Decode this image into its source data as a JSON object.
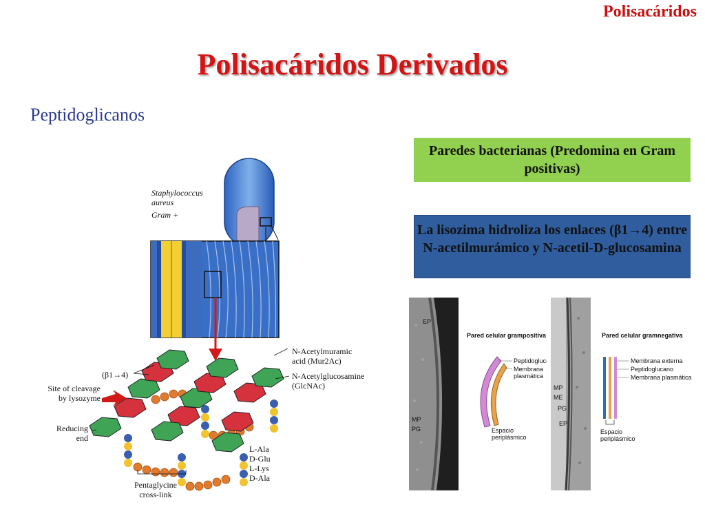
{
  "header": {
    "corner_title": "Polisacáridos",
    "title": "Polisacáridos Derivados",
    "subtitle": "Peptidoglicanos"
  },
  "boxes": {
    "walls": "Paredes bacterianas (Predomina en Gram positivas)",
    "lysozyme": "La lisozima hidroliza los enlaces (β1→4) entre N-acetilmurámico y N-acetil-D-glucosamina"
  },
  "figure": {
    "organism_line1": "Staphylococcus",
    "organism_line2": "aureus",
    "gram": "Gram +",
    "bond": "(β1→4)",
    "cleavage_line1": "Site of cleavage",
    "cleavage_line2": "by lysozyme",
    "reducing_line1": "Reducing",
    "reducing_line2": "end",
    "mur_line1": "N-Acetylmuramic",
    "mur_line2": "acid (Mur2Ac)",
    "glc_line1": "N-Acetylglucosamine",
    "glc_line2": "(GlcNAc)",
    "aa1": "L-Ala",
    "aa2": "D-Glu",
    "aa3": "L-Lys",
    "aa4": "D-Ala",
    "penta_line1": "Pentaglycine",
    "penta_line2": "cross-link"
  },
  "micrographs": {
    "left": {
      "title": "Pared celular grampositiva",
      "label_ep": "EP",
      "label_mp": "MP",
      "label_pg": "PG",
      "legend": [
        "Peptidoglucano",
        "Membrana",
        "plasmática"
      ],
      "space": [
        "Espacio",
        "periplásmico"
      ]
    },
    "right": {
      "title": "Pared celular gramnegativa",
      "labels": [
        "MP",
        "ME",
        "PG",
        "EP"
      ],
      "legend": [
        "Membrana externa",
        "Peptidoglucano",
        "Membrana plasmática"
      ],
      "space": [
        "Espacio",
        "periplásmico"
      ]
    }
  },
  "colors": {
    "title_red": "#d41414",
    "subtitle_blue": "#2b3a8f",
    "box_green": "#92d050",
    "box_blue": "#2f5d9e"
  }
}
